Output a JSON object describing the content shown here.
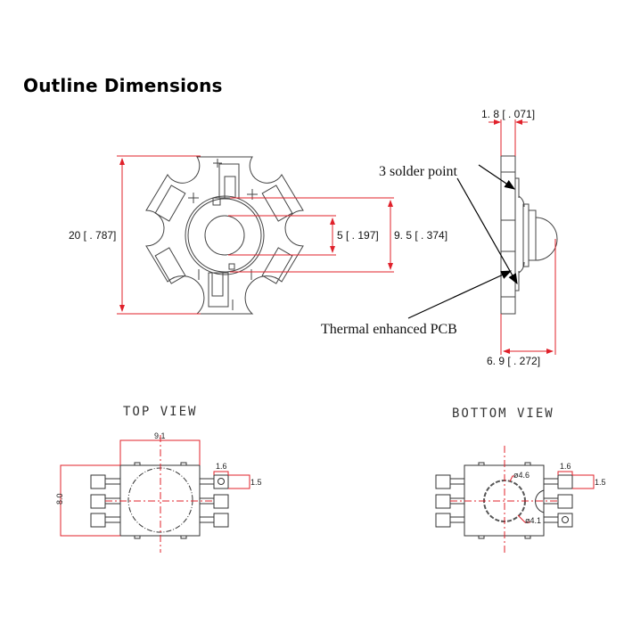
{
  "title": "Outline Dimensions",
  "colors": {
    "dimension_line": "#e0202a",
    "outline": "#333333"
  },
  "star_view": {
    "height_label": "20 [ . 787]",
    "inner_label": "5 [ . 197]",
    "outer_label": "9. 5 [ . 374]",
    "plus_mark": "+",
    "minus_mark": "|"
  },
  "side_view": {
    "thickness_label": "1. 8 [ . 071]",
    "depth_label": "6. 9 [ . 272]",
    "callout_solder": "3 solder point",
    "callout_pcb": "Thermal enhanced PCB"
  },
  "top_view": {
    "heading": "TOP VIEW",
    "width_label": "9.1",
    "height_label": "8.0",
    "pad_width_label": "1.6",
    "pad_height_label": "1.5"
  },
  "bottom_view": {
    "heading": "BOTTOM VIEW",
    "outer_diameter_label": "ø4.6",
    "inner_diameter_label": "ø4.1",
    "pad_width_label": "1.6",
    "pad_height_label": "1.5"
  }
}
